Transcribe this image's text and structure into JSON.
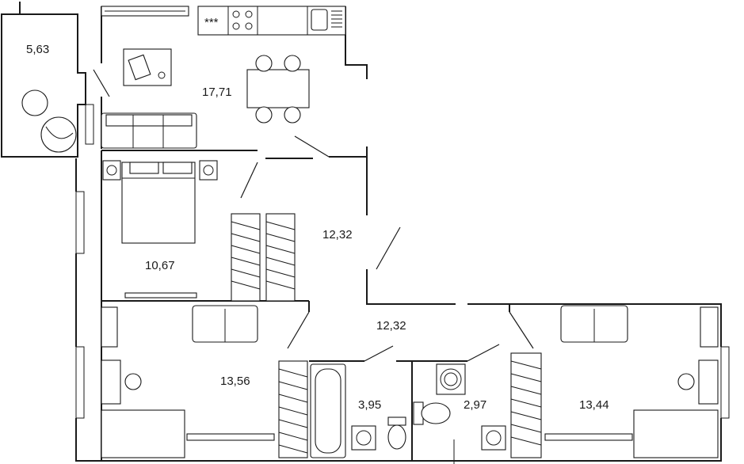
{
  "rooms": {
    "balcony": {
      "area": "5,63"
    },
    "kitchen_living": {
      "area": "17,71"
    },
    "hallway": {
      "area": "12,32"
    },
    "bedroom_main": {
      "area": "10,67"
    },
    "corridor": {
      "area": "12,32"
    },
    "bedroom_left": {
      "area": "13,56"
    },
    "bathroom": {
      "area": "3,95"
    },
    "wc": {
      "area": "2,97"
    },
    "bedroom_right": {
      "area": "13,44"
    }
  },
  "stove": {
    "indicator": "***"
  }
}
